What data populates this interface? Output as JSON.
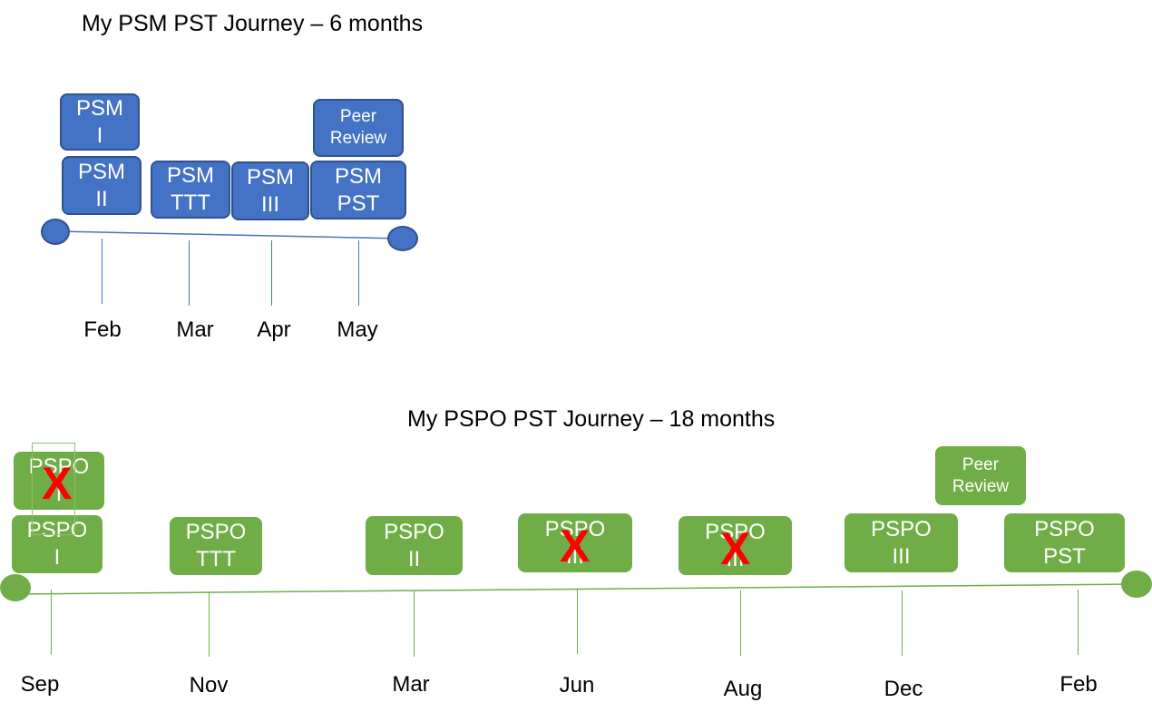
{
  "colors": {
    "psm_box": "#4472c4",
    "psm_border": "#2f528f",
    "pspo_box": "#70ad47",
    "cross": "#ff0000"
  },
  "psm_timeline": {
    "title": "My PSM PST Journey – 6 months",
    "months": [
      "Feb",
      "Mar",
      "Apr",
      "May"
    ],
    "boxes": [
      {
        "line1": "PSM",
        "line2": "I"
      },
      {
        "line1": "PSM",
        "line2": "II"
      },
      {
        "line1": "PSM",
        "line2": "TTT"
      },
      {
        "line1": "PSM",
        "line2": "III"
      },
      {
        "line1": "Peer",
        "line2": "Review"
      },
      {
        "line1": "PSM",
        "line2": "PST"
      }
    ]
  },
  "pspo_timeline": {
    "title": "My PSPO PST Journey – 18 months",
    "months": [
      "Sep",
      "Nov",
      "Mar",
      "Jun",
      "Aug",
      "Dec",
      "Feb"
    ],
    "boxes": [
      {
        "line1": "PSPO",
        "line2": "I",
        "failed": true
      },
      {
        "line1": "PSPO",
        "line2": "I",
        "failed": false
      },
      {
        "line1": "PSPO",
        "line2": "TTT",
        "failed": false
      },
      {
        "line1": "PSPO",
        "line2": "II",
        "failed": false
      },
      {
        "line1": "PSPO",
        "line2": "III",
        "failed": true
      },
      {
        "line1": "PSPO",
        "line2": "III",
        "failed": true
      },
      {
        "line1": "PSPO",
        "line2": "III",
        "failed": false
      },
      {
        "line1": "Peer",
        "line2": "Review",
        "failed": false
      },
      {
        "line1": "PSPO",
        "line2": "PST",
        "failed": false
      }
    ],
    "cross_symbol": "X"
  }
}
